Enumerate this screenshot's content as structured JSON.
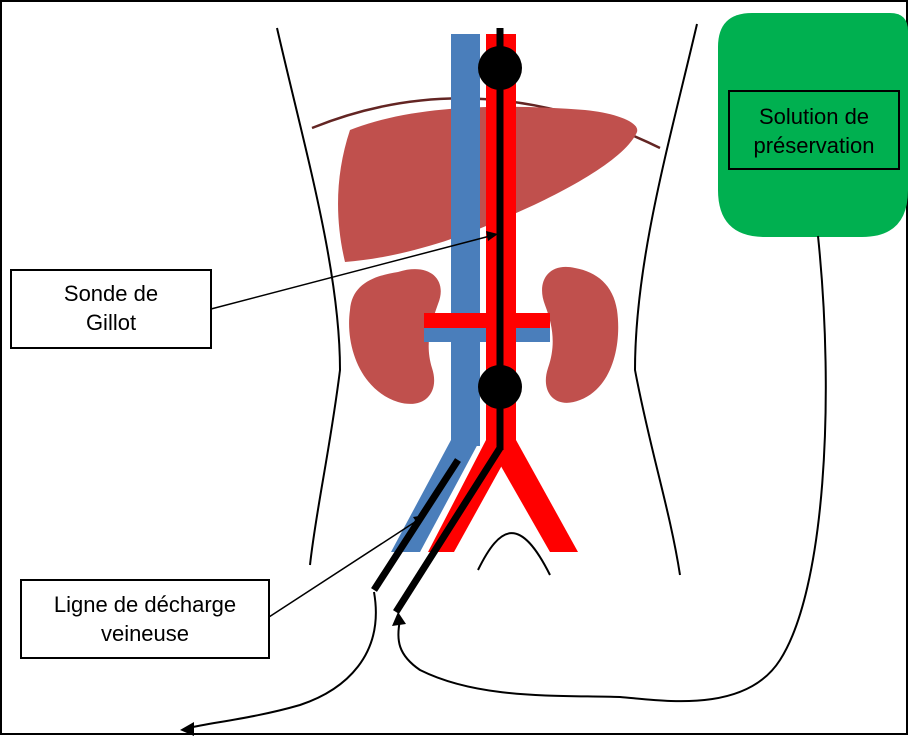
{
  "labels": {
    "solution_line1": "Solution de",
    "solution_line2": "préservation",
    "sonde_line1": "Sonde de",
    "sonde_line2": "Gillot",
    "ligne_line1": "Ligne de décharge",
    "ligne_line2": "veineuse"
  },
  "colors": {
    "artery": "#ff0000",
    "vein": "#4a7ebb",
    "organ": "#c0504d",
    "solution_bag": "#00b050",
    "diaphragm": "#632523",
    "outline": "#000000"
  }
}
